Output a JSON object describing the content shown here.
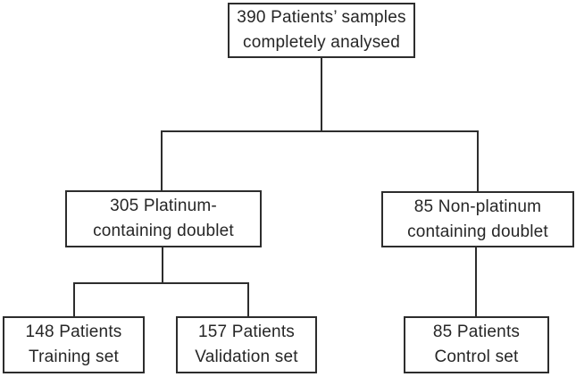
{
  "figure": {
    "colors": {
      "line": "#2d2d2d",
      "text": "#262626",
      "background": "#ffffff"
    },
    "nodes": {
      "root": {
        "line1": "390 Patients’ samples",
        "line2": "completely analysed"
      },
      "platinum": {
        "line1": "305 Platinum-",
        "line2": "containing doublet"
      },
      "non_platinum": {
        "line1": "85 Non-platinum",
        "line2": "containing doublet"
      },
      "training": {
        "line1": "148 Patients",
        "line2": "Training set"
      },
      "validation": {
        "line1": "157 Patients",
        "line2": "Validation set"
      },
      "control": {
        "line1": "85 Patients",
        "line2": "Control set"
      }
    }
  }
}
